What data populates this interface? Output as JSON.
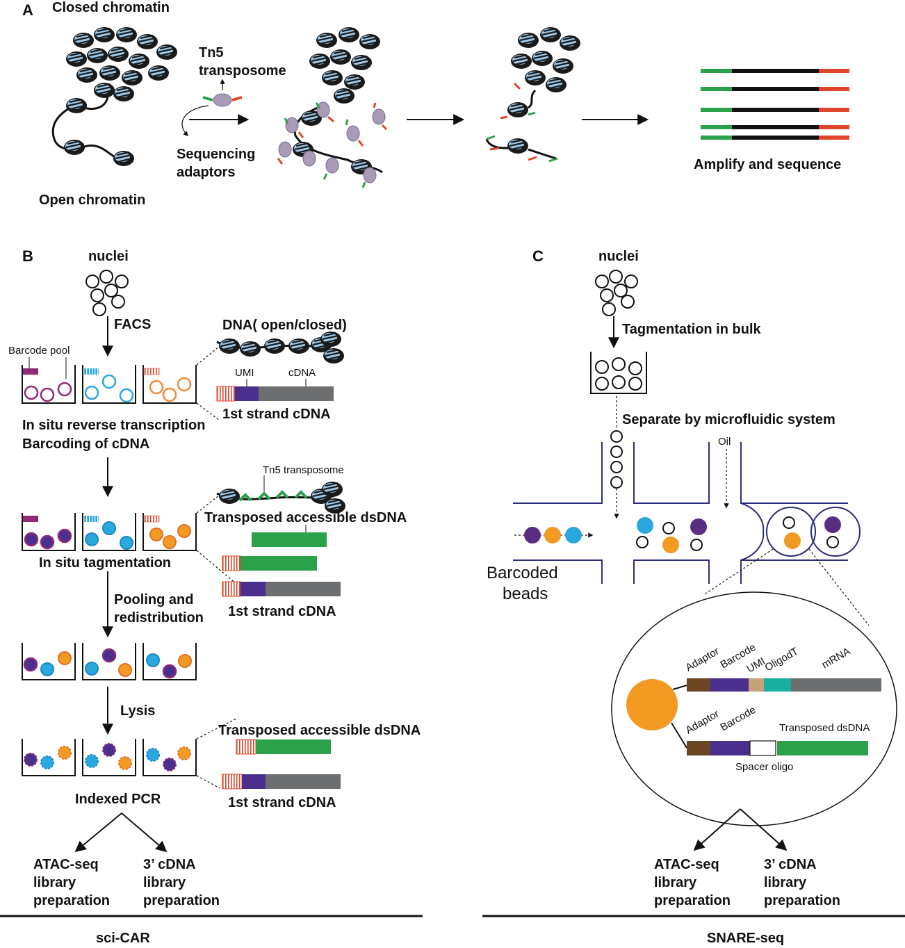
{
  "colors": {
    "green": "#2aa14a",
    "red": "#e0452b",
    "purple": "#4b2f8f",
    "magenta": "#8e2a76",
    "blue": "#2aa7df",
    "orange": "#f39a22",
    "gray": "#6c6e70",
    "brown": "#6b4524",
    "tan": "#c8a07a",
    "teal": "#1aaea0",
    "navy": "#2c2d7a"
  },
  "panelA": {
    "label": "A",
    "closed_chromatin": "Closed chromatin",
    "open_chromatin": "Open chromatin",
    "tn5_line1": "Tn5",
    "tn5_line2": "transposome",
    "adaptors_line1": "Sequencing",
    "adaptors_line2": "adaptors",
    "amplify": "Amplify and sequence"
  },
  "panelB": {
    "label": "B",
    "nuclei": "nuclei",
    "facs": "FACS",
    "dna": "DNA( open/closed)",
    "barcode_pool": "Barcode pool",
    "umi": "UMI",
    "cdna": "cDNA",
    "first_strand_1": "1st strand cDNA",
    "rt_line1": "In situ reverse transcription",
    "rt_line2": "Barcoding of cDNA",
    "tn5_small": "Tn5 transposome",
    "transposed_1": "Transposed accessible dsDNA",
    "tagmentation": "In situ tagmentation",
    "first_strand_2": "1st strand cDNA",
    "pooling_line1": "Pooling and",
    "pooling_line2": "redistribution",
    "lysis": "Lysis",
    "transposed_2": "Transposed accessible dsDNA",
    "first_strand_3": "1st strand cDNA",
    "indexed_pcr": "Indexed PCR",
    "atac_1": "ATAC-seq",
    "atac_2": "library",
    "atac_3": "preparation",
    "cdna3_1": "3’ cDNA",
    "cdna3_2": "library",
    "cdna3_3": "preparation",
    "footer": "sci-CAR"
  },
  "panelC": {
    "label": "C",
    "nuclei": "nuclei",
    "tagmentation": "Tagmentation in bulk",
    "separate": "Separate by microfluidic system",
    "oil": "Oil",
    "beads_line1": "Barcoded",
    "beads_line2": "beads",
    "adaptor_1": "Adaptor",
    "barcode_1": "Barcode",
    "umi": "UMI",
    "oligodt": "OligodT",
    "mrna": "mRNA",
    "adaptor_2": "Adaptor",
    "barcode_2": "Barcode",
    "transposed": "Transposed dsDNA",
    "spacer": "Spacer oligo",
    "atac_1": "ATAC-seq",
    "atac_2": "library",
    "atac_3": "preparation",
    "cdna3_1": "3’ cDNA",
    "cdna3_2": "library",
    "cdna3_3": "preparation",
    "footer": "SNARE-seq"
  }
}
